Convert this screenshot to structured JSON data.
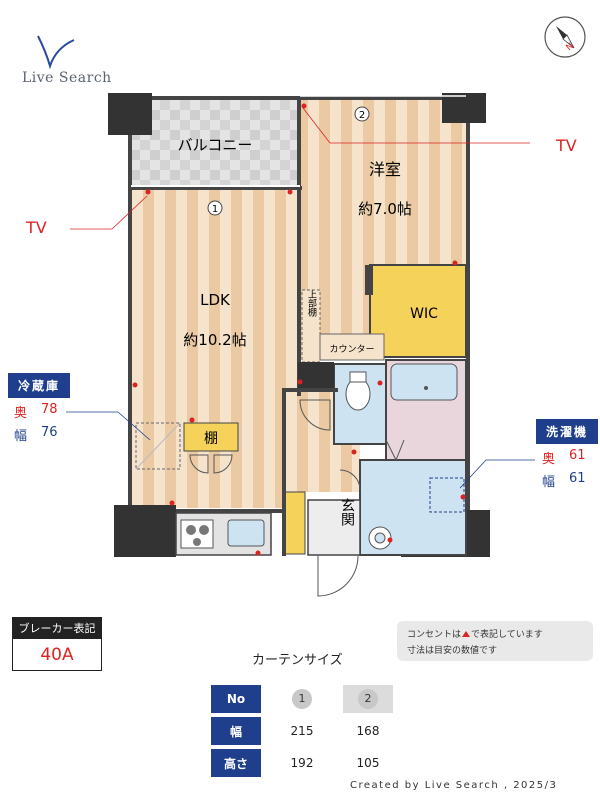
{
  "logo": {
    "text": "Live Search"
  },
  "tv_left": "TV",
  "tv_right": "TV",
  "rooms": {
    "balcony": "バルコニー",
    "youshitsu": "洋室",
    "youshitsu_size": "約7.0帖",
    "ldk": "LDK",
    "ldk_size": "約10.2帖",
    "wic": "WIC",
    "counter": "カウンター",
    "upper_shelf": "上部棚",
    "shelf": "棚",
    "genkan": "玄関"
  },
  "window_markers": [
    "1",
    "2"
  ],
  "fridge": {
    "title": "冷蔵庫",
    "depth_label": "奥",
    "depth": "78",
    "width_label": "幅",
    "width": "76"
  },
  "washer": {
    "title": "洗濯機",
    "depth_label": "奥",
    "depth": "61",
    "width_label": "幅",
    "width": "61"
  },
  "breaker": {
    "title": "ブレーカー表記",
    "value": "40A"
  },
  "note": {
    "line1_pre": "コンセントは",
    "line1_post": "で表記しています",
    "line2": "寸法は目安の数値です"
  },
  "curtain": {
    "title": "カーテンサイズ",
    "header_no": "No",
    "nos": [
      "1",
      "2"
    ],
    "row_width_label": "幅",
    "widths": [
      "215",
      "168"
    ],
    "row_height_label": "高さ",
    "heights": [
      "192",
      "105"
    ]
  },
  "credit": "Created by Live Search , 2025/3",
  "colors": {
    "accent": "#1f3f8c",
    "outlet": "#d22222",
    "wic": "#f5d25a",
    "wet": "#cde3f2"
  }
}
